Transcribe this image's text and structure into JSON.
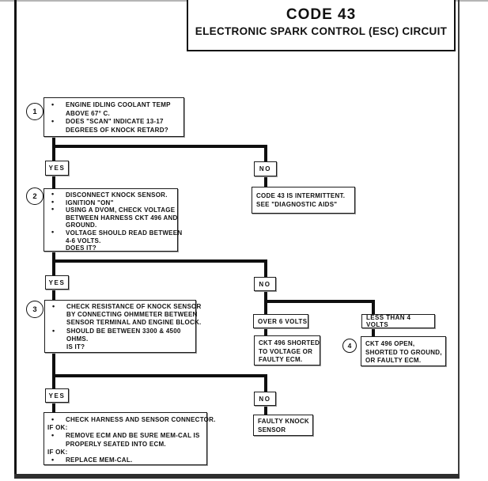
{
  "header": {
    "title": "CODE 43",
    "subtitle": "ELECTRONIC SPARK CONTROL (ESC) CIRCUIT"
  },
  "labels": {
    "yes": "YES",
    "no": "NO"
  },
  "steps": {
    "s1": {
      "num": "1",
      "lines": [
        "ENGINE IDLING COOLANT TEMP",
        "ABOVE 67° C.",
        "DOES \"SCAN\" INDICATE 13-17",
        "DEGREES OF KNOCK RETARD?"
      ]
    },
    "s2": {
      "num": "2",
      "lines": [
        "DISCONNECT KNOCK SENSOR.",
        "IGNITION \"ON\"",
        "USING A DVOM, CHECK VOLTAGE",
        "BETWEEN HARNESS CKT 496 AND",
        "GROUND.",
        "VOLTAGE SHOULD READ BETWEEN",
        "4-6 VOLTS.",
        "DOES IT?"
      ]
    },
    "s3": {
      "num": "3",
      "lines": [
        "CHECK RESISTANCE OF KNOCK SENSOR",
        "BY CONNECTING OHMMETER BETWEEN",
        "SENSOR TERMINAL AND ENGINE BLOCK.",
        "SHOULD BE BETWEEN 3300 & 4500",
        "OHMS.",
        "IS IT?"
      ]
    }
  },
  "boxes": {
    "intermittent": {
      "lines": [
        "CODE 43 IS INTERMITTENT.",
        "SEE \"DIAGNOSTIC AIDS\""
      ]
    },
    "over6": {
      "label": "OVER 6 VOLTS"
    },
    "less4": {
      "label": "LESS THAN 4 VOLTS"
    },
    "ckt_shorted": {
      "lines": [
        "CKT 496 SHORTED",
        "TO VOLTAGE OR",
        "FAULTY ECM."
      ]
    },
    "ckt_open": {
      "num": "4",
      "lines": [
        "CKT 496 OPEN,",
        "SHORTED TO GROUND,",
        "OR FAULTY ECM."
      ]
    },
    "faulty_sensor": {
      "lines": [
        "FAULTY KNOCK",
        "SENSOR"
      ]
    },
    "final": {
      "lines": [
        "CHECK HARNESS AND SENSOR CONNECTOR.",
        "IF OK:",
        "REMOVE ECM AND BE SURE MEM-CAL IS",
        "PROPERLY SEATED INTO ECM.",
        "IF OK:",
        "REPLACE MEM-CAL."
      ]
    }
  }
}
